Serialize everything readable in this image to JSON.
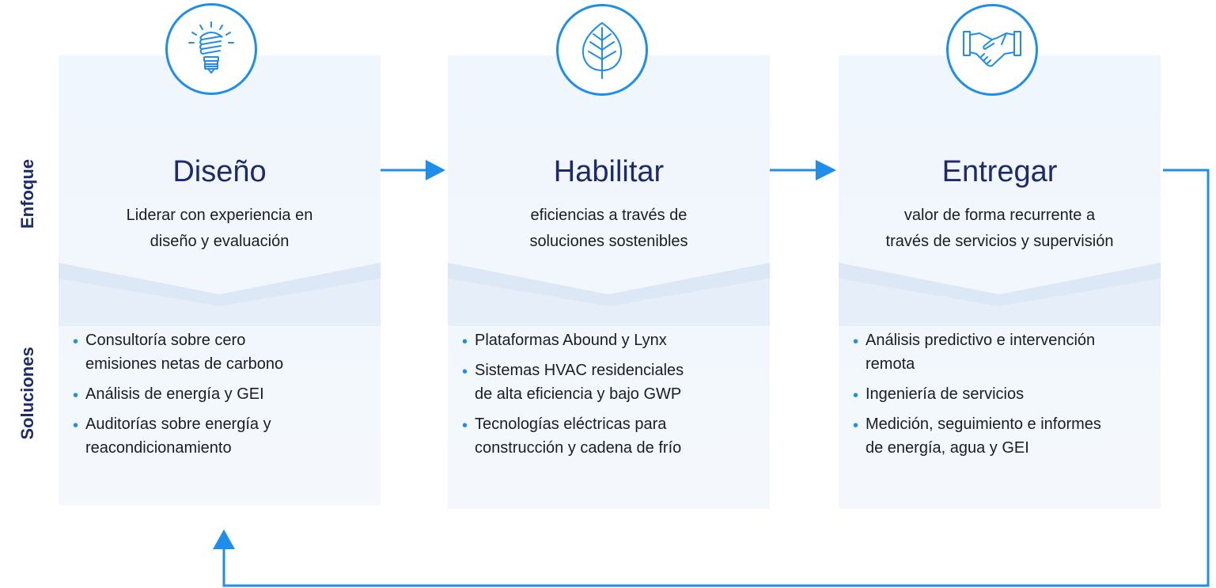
{
  "labels": {
    "approach": "Enfoque",
    "solutions": "Soluciones"
  },
  "colors": {
    "accent": "#1f8eea",
    "title": "#1d2a6b",
    "card_bg": "#f0f6fd"
  },
  "cards": [
    {
      "icon": "lightbulb-icon",
      "title": "Diseño",
      "desc": [
        "Liderar con experiencia en",
        "diseño y evaluación"
      ],
      "bullets": [
        [
          "Consultoría sobre cero",
          "emisiones netas de carbono"
        ],
        [
          "Análisis de energía y GEI"
        ],
        [
          "Auditorías sobre energía y",
          "reacondicionamiento"
        ]
      ]
    },
    {
      "icon": "leaf-icon",
      "title": "Habilitar",
      "desc": [
        "eficiencias a través de",
        "soluciones sostenibles"
      ],
      "bullets": [
        [
          "Plataformas Abound y Lynx"
        ],
        [
          "Sistemas HVAC residenciales",
          "de alta eficiencia y bajo GWP"
        ],
        [
          "Tecnologías eléctricas para",
          "construcción y cadena de frío"
        ]
      ]
    },
    {
      "icon": "handshake-icon",
      "title": "Entregar",
      "desc": [
        "valor de forma recurrente a",
        "través de servicios y supervisión"
      ],
      "bullets": [
        [
          "Análisis predictivo e intervención",
          "remota"
        ],
        [
          "Ingeniería de servicios"
        ],
        [
          "Medición, seguimiento e informes",
          "de energía, agua y GEI"
        ]
      ]
    }
  ]
}
